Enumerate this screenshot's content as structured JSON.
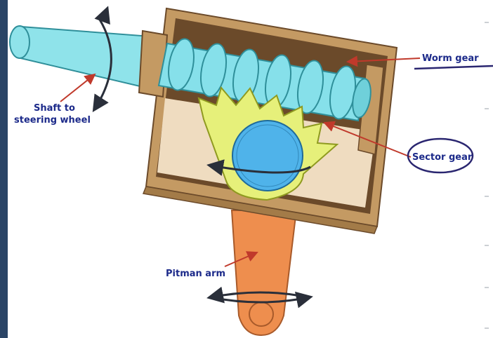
{
  "labels": {
    "shaft": [
      "Shaft to",
      "steering wheel"
    ],
    "worm_gear": "Worm gear",
    "sector_gear": "Sector gear",
    "pitman_arm": "Pitman arm"
  },
  "colors": {
    "left_strip": "#2b4566",
    "label_text": "#1c2a8a",
    "arrow": "#c0392b",
    "housing": "#c49a63",
    "housing_dark": "#6b4a2a",
    "housing_inner": "#efdcc0",
    "shaft": "#8fe3ea",
    "worm": "#86e0ea",
    "sector": "#e6f07a",
    "hub": "#4fb3ea",
    "pitman": "#ee8e4e",
    "rotation_arrow": "#2a2f3a"
  }
}
